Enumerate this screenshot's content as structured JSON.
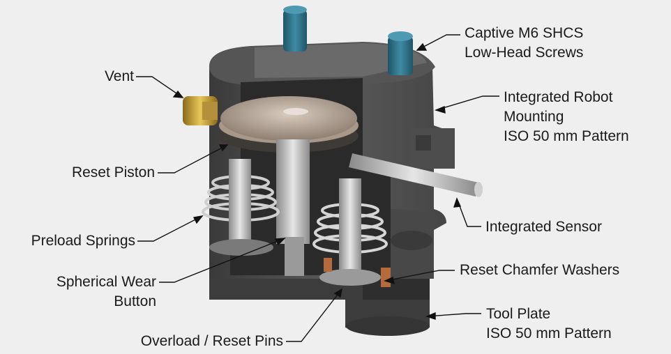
{
  "labels": {
    "captive_screws": [
      "Captive M6 SHCS",
      "Low-Head Screws"
    ],
    "vent": "Vent",
    "robot_mounting": [
      "Integrated Robot",
      "Mounting",
      "ISO 50 mm Pattern"
    ],
    "reset_piston": "Reset Piston",
    "integrated_sensor": "Integrated Sensor",
    "preload_springs": "Preload Springs",
    "reset_chamfer_washers": "Reset Chamfer Washers",
    "spherical_wear_button": [
      "Spherical Wear",
      "Button"
    ],
    "tool_plate": [
      "Tool Plate",
      "ISO 50 mm Pattern"
    ],
    "overload_reset_pins": "Overload / Reset Pins"
  },
  "colors": {
    "background": "#efefef",
    "housing": "#4a4a4a",
    "housing_dark": "#333333",
    "screw_blue": "#2f6f86",
    "piston_bronze": "#b8a89a",
    "metal": "#c9c9c9",
    "brass": "#c9a23a",
    "washer_copper": "#b56a3c"
  }
}
